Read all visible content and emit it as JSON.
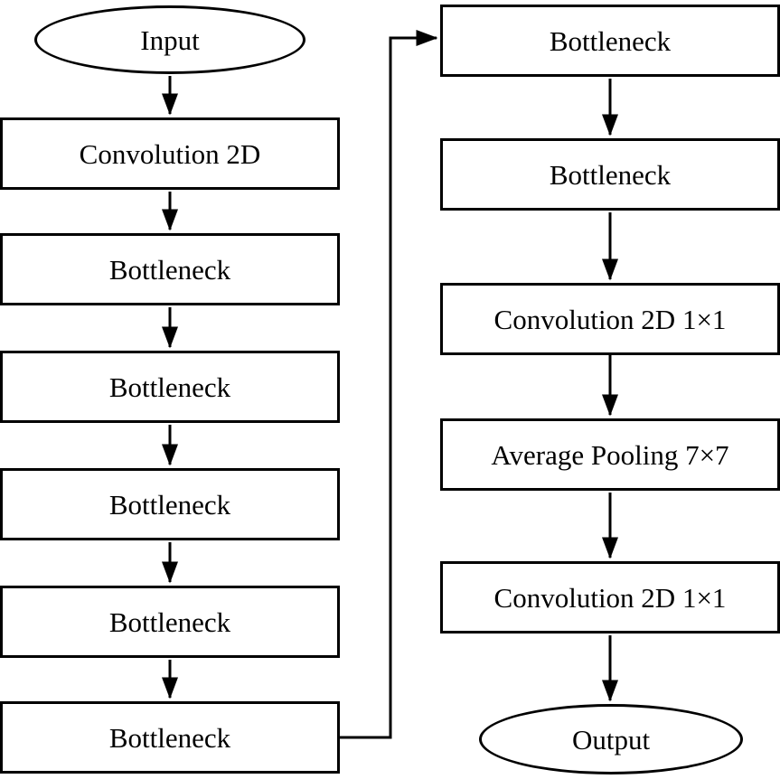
{
  "diagram_type": "flowchart",
  "nodes": {
    "input": {
      "label": "Input",
      "shape": "ellipse"
    },
    "conv2d": {
      "label": "Convolution 2D",
      "shape": "rect"
    },
    "bn1": {
      "label": "Bottleneck",
      "shape": "rect"
    },
    "bn2": {
      "label": "Bottleneck",
      "shape": "rect"
    },
    "bn3": {
      "label": "Bottleneck",
      "shape": "rect"
    },
    "bn4": {
      "label": "Bottleneck",
      "shape": "rect"
    },
    "bn5": {
      "label": "Bottleneck",
      "shape": "rect"
    },
    "bn6": {
      "label": "Bottleneck",
      "shape": "rect"
    },
    "bn7": {
      "label": "Bottleneck",
      "shape": "rect"
    },
    "conv1x1_a": {
      "label": "Convolution 2D 1×1",
      "shape": "rect"
    },
    "avgpool": {
      "label": "Average Pooling 7×7",
      "shape": "rect"
    },
    "conv1x1_b": {
      "label": "Convolution 2D 1×1",
      "shape": "rect"
    },
    "output": {
      "label": "Output",
      "shape": "ellipse"
    }
  },
  "edges": [
    {
      "from": "input",
      "to": "conv2d"
    },
    {
      "from": "conv2d",
      "to": "bn1"
    },
    {
      "from": "bn1",
      "to": "bn2"
    },
    {
      "from": "bn2",
      "to": "bn3"
    },
    {
      "from": "bn3",
      "to": "bn4"
    },
    {
      "from": "bn4",
      "to": "bn5"
    },
    {
      "from": "bn5",
      "to": "bn6"
    },
    {
      "from": "bn6",
      "to": "bn7"
    },
    {
      "from": "bn7",
      "to": "conv1x1_a"
    },
    {
      "from": "conv1x1_a",
      "to": "avgpool"
    },
    {
      "from": "avgpool",
      "to": "conv1x1_b"
    },
    {
      "from": "conv1x1_b",
      "to": "output"
    }
  ],
  "colors": {
    "stroke": "#000000",
    "fill": "#ffffff",
    "background": "#ffffff"
  }
}
